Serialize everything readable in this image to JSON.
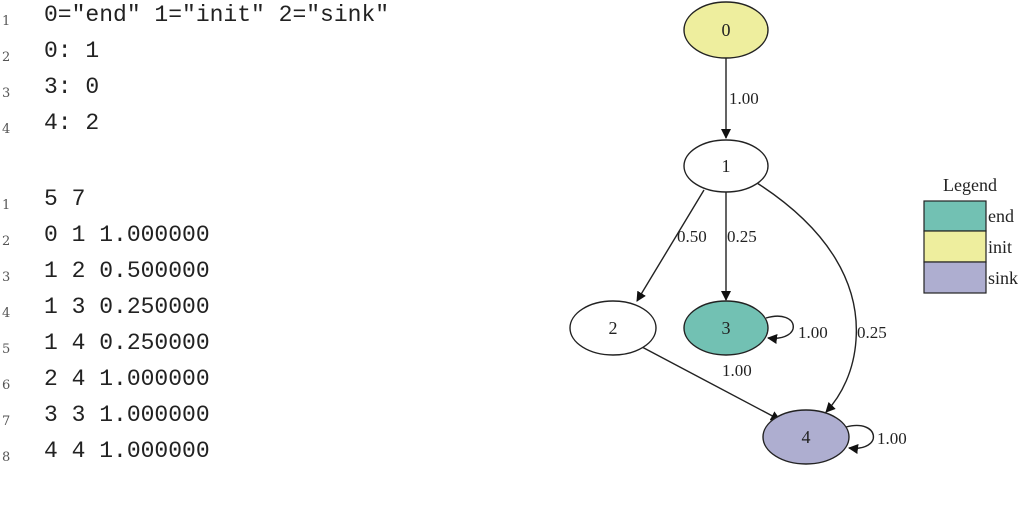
{
  "listing1": {
    "lines": [
      {
        "num": "1",
        "text": "0=\"end\" 1=\"init\" 2=\"sink\""
      },
      {
        "num": "2",
        "text": "0: 1"
      },
      {
        "num": "3",
        "text": "3: 0"
      },
      {
        "num": "4",
        "text": "4: 2"
      }
    ]
  },
  "listing2": {
    "lines": [
      {
        "num": "1",
        "text": "5 7"
      },
      {
        "num": "2",
        "text": "0 1 1.000000"
      },
      {
        "num": "3",
        "text": "1 2 0.500000"
      },
      {
        "num": "4",
        "text": "1 3 0.250000"
      },
      {
        "num": "5",
        "text": "1 4 0.250000"
      },
      {
        "num": "6",
        "text": "2 4 1.000000"
      },
      {
        "num": "7",
        "text": "3 3 1.000000"
      },
      {
        "num": "8",
        "text": "4 4 1.000000"
      }
    ]
  },
  "graph": {
    "nodes": [
      {
        "id": "0",
        "label": "0",
        "fill": "#eeee9e"
      },
      {
        "id": "1",
        "label": "1",
        "fill": "#ffffff"
      },
      {
        "id": "2",
        "label": "2",
        "fill": "#ffffff"
      },
      {
        "id": "3",
        "label": "3",
        "fill": "#72c1b3"
      },
      {
        "id": "4",
        "label": "4",
        "fill": "#aeaed0"
      }
    ],
    "edges": [
      {
        "from": "0",
        "to": "1",
        "label": "1.00"
      },
      {
        "from": "1",
        "to": "2",
        "label": "0.50"
      },
      {
        "from": "1",
        "to": "3",
        "label": "0.25"
      },
      {
        "from": "1",
        "to": "4",
        "label": "0.25"
      },
      {
        "from": "2",
        "to": "4",
        "label": "1.00"
      },
      {
        "from": "3",
        "to": "3",
        "label": "1.00"
      },
      {
        "from": "4",
        "to": "4",
        "label": "1.00"
      }
    ]
  },
  "legend": {
    "title": "Legend",
    "items": [
      {
        "label": "end",
        "color": "#72c1b3"
      },
      {
        "label": "init",
        "color": "#eeee9e"
      },
      {
        "label": "sink",
        "color": "#aeaed0"
      }
    ]
  }
}
